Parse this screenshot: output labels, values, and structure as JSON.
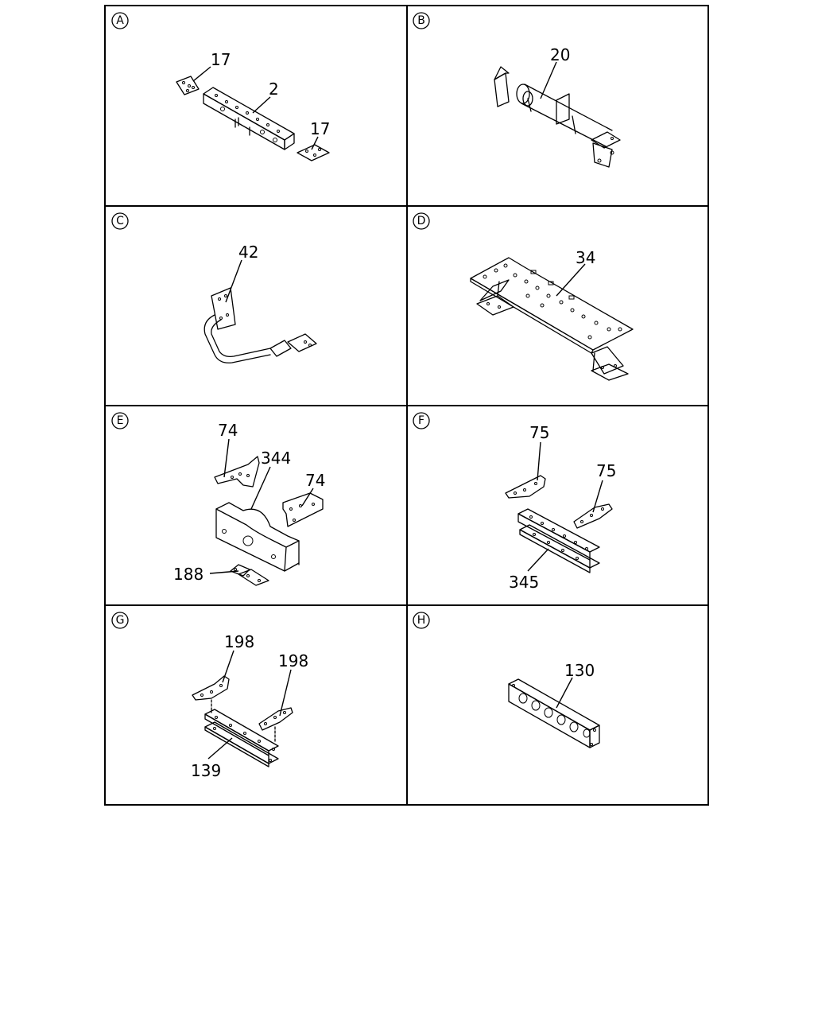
{
  "panels": [
    {
      "letter": "A",
      "callouts": [
        "17",
        "2",
        "17"
      ]
    },
    {
      "letter": "B",
      "callouts": [
        "20"
      ]
    },
    {
      "letter": "C",
      "callouts": [
        "42"
      ]
    },
    {
      "letter": "D",
      "callouts": [
        "34"
      ]
    },
    {
      "letter": "E",
      "callouts": [
        "74",
        "344",
        "74",
        "188"
      ]
    },
    {
      "letter": "F",
      "callouts": [
        "75",
        "75",
        "345"
      ]
    },
    {
      "letter": "G",
      "callouts": [
        "198",
        "198",
        "139"
      ]
    },
    {
      "letter": "H",
      "callouts": [
        "130"
      ]
    }
  ]
}
